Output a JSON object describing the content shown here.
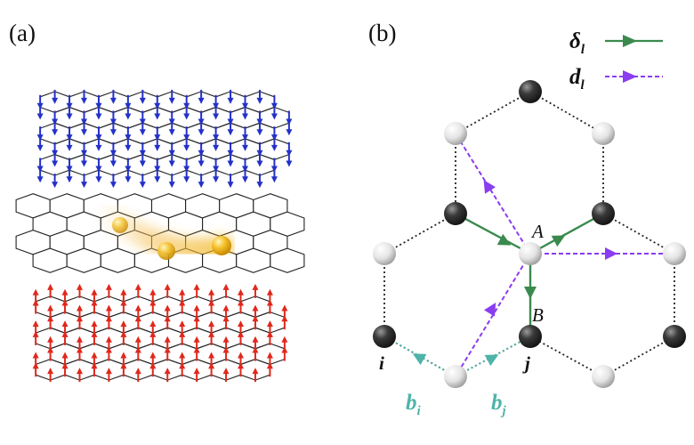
{
  "panels": {
    "a": {
      "label": "(a)"
    },
    "b": {
      "label": "(b)"
    }
  },
  "legend": [
    {
      "symbol": "δ",
      "subscript": "l",
      "style": "solid",
      "color": "#3a8a4e"
    },
    {
      "symbol": "d",
      "subscript": "l",
      "style": "dashed",
      "color": "#8a3cf0"
    }
  ],
  "sites": {
    "A": "A",
    "B": "B",
    "i": "i",
    "j": "j"
  },
  "bond_vectors": [
    {
      "symbol": "b",
      "subscript": "i",
      "color": "#4fb3a9"
    },
    {
      "symbol": "b",
      "subscript": "j",
      "color": "#4fb3a9"
    }
  ],
  "colors": {
    "spin_up": "#e0281c",
    "spin_down": "#2431c8",
    "nn_vector": "#3a8a4e",
    "nnn_vector": "#8a3cf0",
    "bond_vector": "#4fb3a9",
    "magnon": "#f2b51a",
    "bond_line": "#222222"
  },
  "icons": {
    "spin_up_arrow": "arrow-up-icon",
    "spin_down_arrow": "arrow-down-icon",
    "atom_dark": "dark-sphere-icon",
    "atom_light": "light-sphere-icon"
  }
}
